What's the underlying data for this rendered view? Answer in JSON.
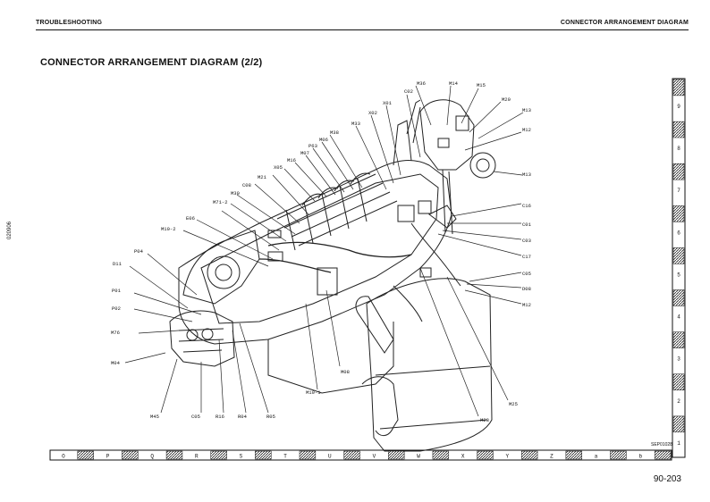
{
  "header": {
    "left": "TROUBLESHOOTING",
    "right": "CONNECTOR ARRANGEMENT DIAGRAM"
  },
  "title": "CONNECTOR ARRANGEMENT DIAGRAM (2/2)",
  "side_code": "020906",
  "page_number": "90-203",
  "ref_code": "SEP01028",
  "labels": {
    "m36": "M36",
    "m14": "M14",
    "m15": "M15",
    "m20": "M20",
    "m13": "M13",
    "x01": "X01",
    "c02": "C02",
    "x02": "X02",
    "m33": "M33",
    "m12a": "M12",
    "m38": "M38",
    "m06": "M06",
    "p63": "P63",
    "m07": "M07",
    "m16": "M16",
    "m13b": "M13",
    "x05": "X05",
    "m21": "M21",
    "c08": "C08",
    "m30": "M30",
    "m712": "M71-2",
    "e06": "E06",
    "m102": "M10-2",
    "p04": "P04",
    "d11": "D11",
    "c16": "C16",
    "c01": "C01",
    "c03": "C03",
    "c17": "C17",
    "c05": "C05",
    "d08": "D08",
    "m12b": "M12",
    "p01": "P01",
    "p02": "P02",
    "m76": "M76",
    "m04": "M04",
    "m45": "M45",
    "c05b": "C05",
    "r16": "R16",
    "r04": "R04",
    "r05": "R05",
    "m08": "M08",
    "m101": "M10-1",
    "m23": "M23",
    "m25": "M25"
  },
  "grid_bottom": [
    "O",
    "P",
    "Q",
    "R",
    "S",
    "T",
    "U",
    "V",
    "W",
    "X",
    "Y",
    "Z",
    "a",
    "b"
  ],
  "grid_right": [
    "9",
    "8",
    "7",
    "6",
    "5",
    "4",
    "3",
    "2",
    "1"
  ]
}
